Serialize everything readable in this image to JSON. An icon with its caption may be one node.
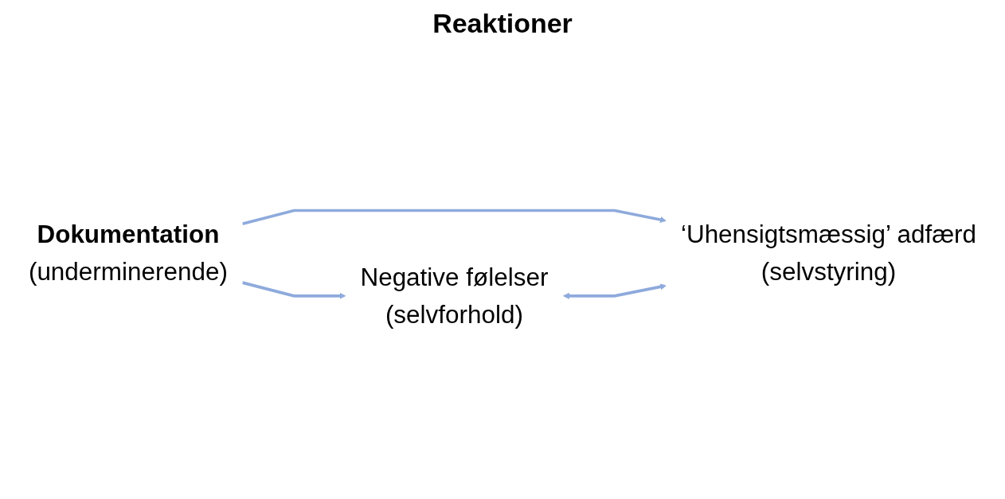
{
  "diagram": {
    "title": "Reaktioner",
    "nodes": [
      {
        "text": [
          "Dokumentation",
          "(underminerende)"
        ]
      },
      {
        "text": [
          "Negative følelser",
          "(selvforhold)"
        ]
      },
      {
        "text": [
          "‘Uhensigtsmæssig’ adfærd",
          "(selvstyring)"
        ]
      }
    ],
    "edges": [
      {
        "from": 0,
        "to": 1,
        "arrow": "to"
      },
      {
        "from": 0,
        "to": 2,
        "arrow": "to"
      },
      {
        "from": 1,
        "to": 2,
        "arrow": "both"
      }
    ]
  }
}
